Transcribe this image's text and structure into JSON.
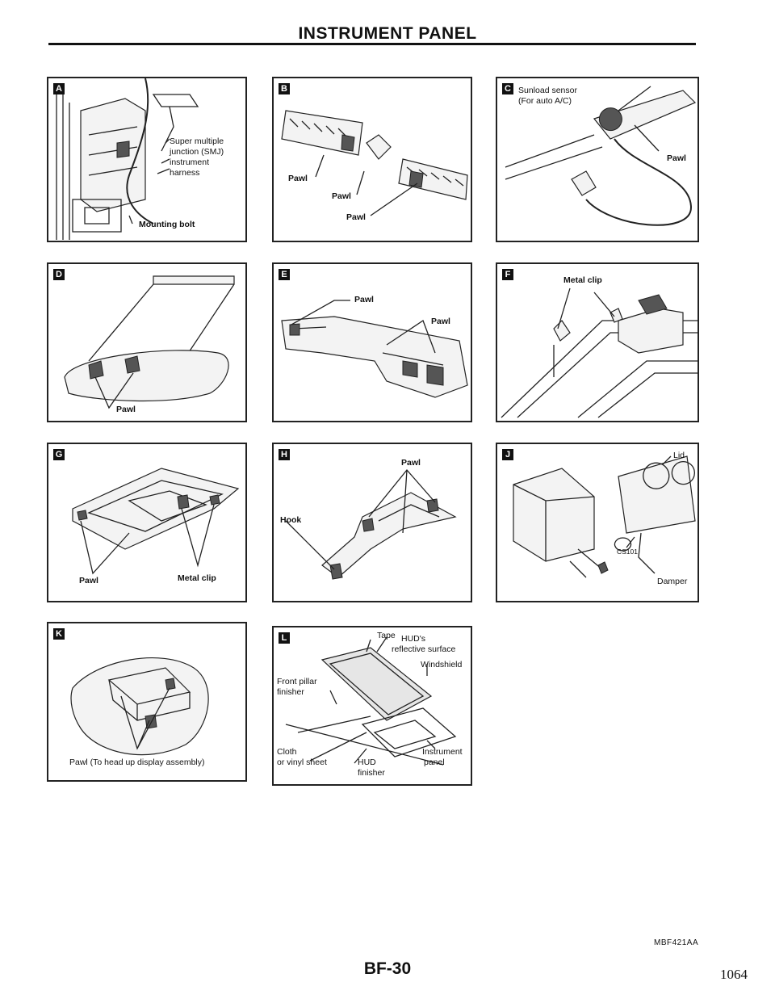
{
  "header": {
    "title": "INSTRUMENT PANEL"
  },
  "panels": [
    {
      "badge": "A",
      "labels": [
        "Super multiple",
        "junction (SMJ)",
        "instrument",
        "harness",
        "Mounting bolt"
      ]
    },
    {
      "badge": "B",
      "labels": [
        "Pawl",
        "Pawl",
        "Pawl"
      ]
    },
    {
      "badge": "C",
      "labels": [
        "Sunload sensor",
        "(For auto A/C)",
        "Pawl"
      ]
    },
    {
      "badge": "D",
      "labels": [
        "Pawl"
      ]
    },
    {
      "badge": "E",
      "labels": [
        "Pawl",
        "Pawl"
      ]
    },
    {
      "badge": "F",
      "labels": [
        "Metal clip"
      ]
    },
    {
      "badge": "G",
      "labels": [
        "Pawl",
        "Metal clip"
      ]
    },
    {
      "badge": "H",
      "labels": [
        "Pawl",
        "Hook"
      ]
    },
    {
      "badge": "J",
      "labels": [
        "Lid",
        "Damper"
      ],
      "part_code": "CS101"
    },
    {
      "badge": "K",
      "labels": [
        "Pawl (To head up display assembly)"
      ]
    },
    {
      "badge": "L",
      "labels": [
        "Tape",
        "HUD's",
        "reflective surface",
        "Windshield",
        "Front pillar",
        "finisher",
        "Cloth",
        "or vinyl sheet",
        "HUD",
        "finisher",
        "Instrument",
        "panel"
      ]
    }
  ],
  "footer": {
    "figure_code": "MBF421AA",
    "page_code": "BF-30",
    "page_number": "1064"
  }
}
